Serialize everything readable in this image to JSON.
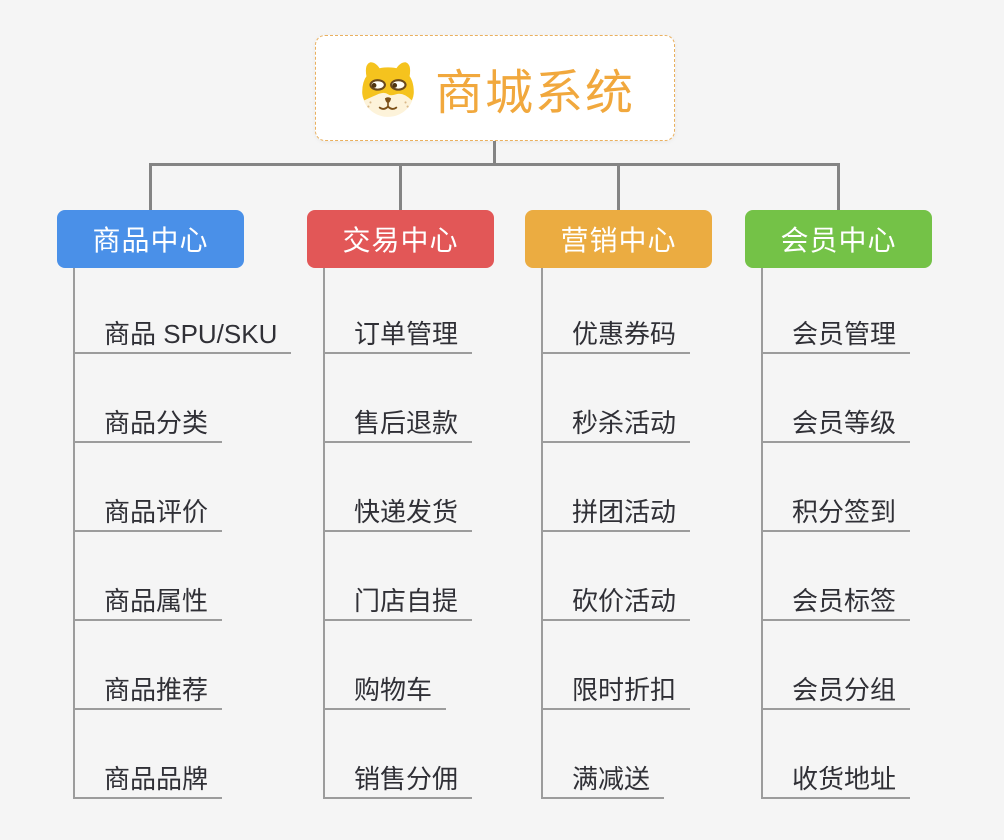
{
  "root": {
    "label": "商城系统",
    "icon": "dog-face-icon",
    "text_color": "#f1a83d",
    "border_color": "#eab05e",
    "background": "#ffffff"
  },
  "canvas": {
    "background": "#f5f5f5",
    "top_connector_color": "#848484",
    "branch_line_color": "#9c9c9c",
    "leaf_text_color": "#303036"
  },
  "branches": [
    {
      "label": "商品中心",
      "color": "#4a90e8",
      "items": [
        "商品 SPU/SKU",
        "商品分类",
        "商品评价",
        "商品属性",
        "商品推荐",
        "商品品牌"
      ]
    },
    {
      "label": "交易中心",
      "color": "#e25757",
      "items": [
        "订单管理",
        "售后退款",
        "快递发货",
        "门店自提",
        "购物车",
        "销售分佣"
      ]
    },
    {
      "label": "营销中心",
      "color": "#ebac41",
      "items": [
        "优惠券码",
        "秒杀活动",
        "拼团活动",
        "砍价活动",
        "限时折扣",
        "满减送"
      ]
    },
    {
      "label": "会员中心",
      "color": "#74c247",
      "items": [
        "会员管理",
        "会员等级",
        "积分签到",
        "会员标签",
        "会员分组",
        "收货地址"
      ]
    }
  ]
}
